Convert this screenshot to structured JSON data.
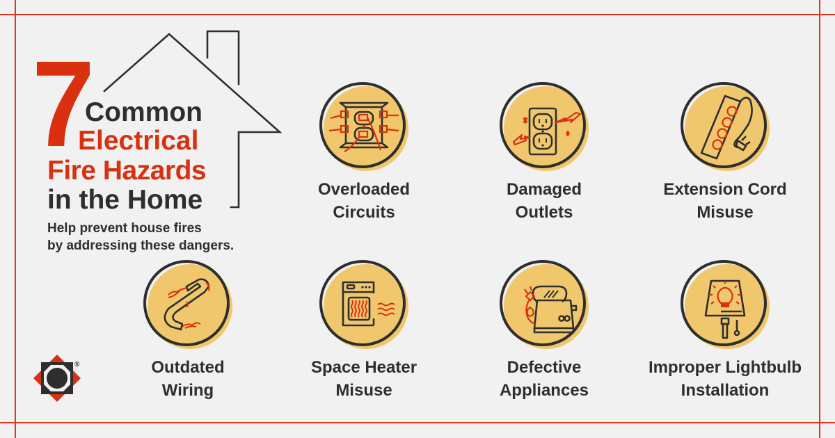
{
  "header": {
    "number": "7",
    "line1": "Common",
    "line2": "Electrical",
    "line3": "Fire Hazards",
    "line4": "in the Home",
    "subtitle_line1": "Help prevent house fires",
    "subtitle_line2": "by addressing these dangers."
  },
  "colors": {
    "accent_red": "#d9300f",
    "dark_text": "#2e2e2e",
    "icon_fill_yellow": "#f0c76c",
    "background": "#f1f1f1",
    "frame_line": "#d9371a"
  },
  "hazards": [
    {
      "icon": "overloaded-circuits-icon",
      "line1": "Overloaded",
      "line2": "Circuits"
    },
    {
      "icon": "damaged-outlet-icon",
      "line1": "Damaged",
      "line2": "Outlets"
    },
    {
      "icon": "extension-cord-icon",
      "line1": "Extension Cord",
      "line2": "Misuse"
    },
    {
      "icon": "outdated-wiring-icon",
      "line1": "Outdated",
      "line2": "Wiring"
    },
    {
      "icon": "space-heater-icon",
      "line1": "Space Heater",
      "line2": "Misuse"
    },
    {
      "icon": "defective-toaster-icon",
      "line1": "Defective",
      "line2": "Appliances"
    },
    {
      "icon": "lamp-lightbulb-icon",
      "line1": "Improper Lightbulb",
      "line2": "Installation"
    }
  ],
  "logo": {
    "registered_mark": "®"
  }
}
